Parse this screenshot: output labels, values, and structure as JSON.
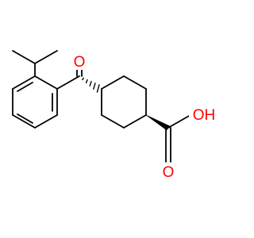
{
  "diagram": {
    "type": "chemical-structure",
    "atom_color": "#ff0000",
    "bond_color": "#000000",
    "labels": {
      "ketone_oxygen": "O",
      "carboxyl_oxygen": "O",
      "hydroxyl": "OH"
    }
  }
}
